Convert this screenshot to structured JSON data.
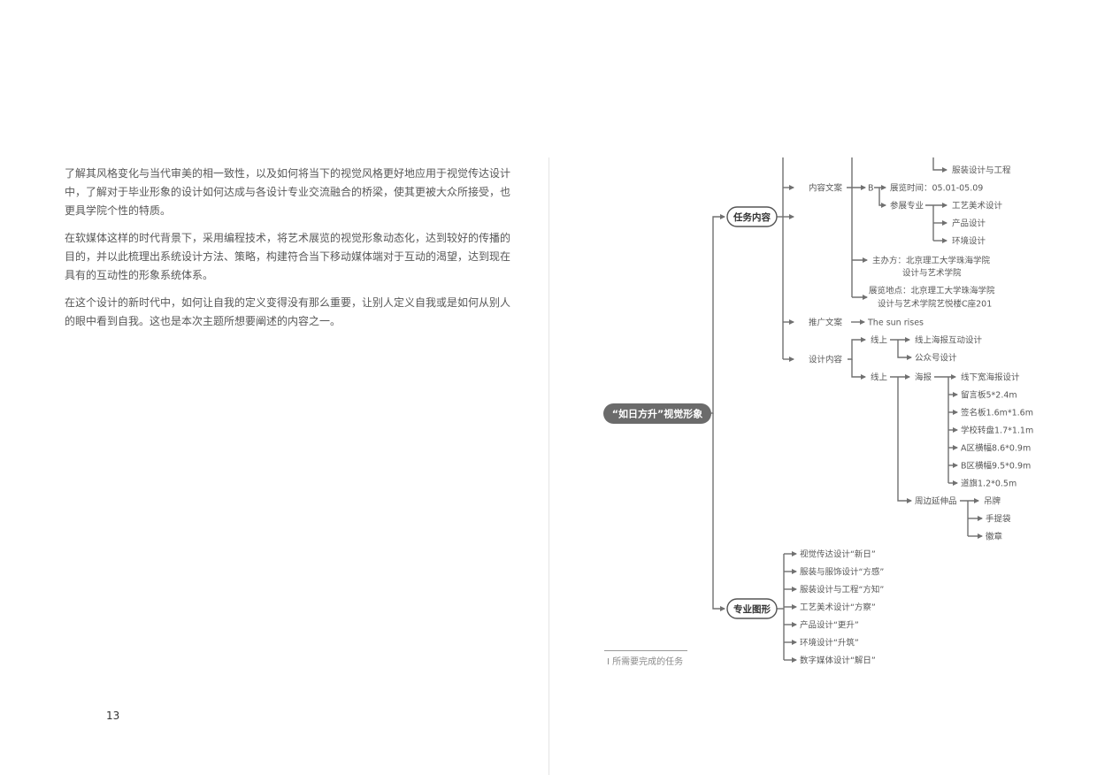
{
  "left_page": {
    "paragraphs": [
      "了解其风格变化与当代审美的相一致性，以及如何将当下的视觉风格更好地应用于视觉传达设计中，了解对于毕业形象的设计如何达成与各设计专业交流融合的桥梁，使其更被大众所接受，也更具学院个性的特质。",
      "在软媒体这样的时代背景下，采用编程技术，将艺术展览的视觉形象动态化，达到较好的传播的目的，并以此梳理出系统设计方法、策略，构建符合当下移动媒体端对于互动的渴望，达到现在具有的互动性的形象系统体系。",
      "在这个设计的新时代中，如何让自我的定义变得没有那么重要，让别人定义自我或是如何从别人的眼中看到自我。这也是本次主题所想要阐述的内容之一。"
    ],
    "page_number": "13"
  },
  "mindmap": {
    "root": "“如日方升”视觉形象",
    "branch_task": "任务内容",
    "branch_graphic": "专业图形",
    "content_copy": "内容文案",
    "b_label": "B",
    "exhibit_time": "展览时间：05.01-05.09",
    "participating": "参展专业",
    "majors": [
      "工艺美术设计",
      "产品设计",
      "环境设计"
    ],
    "fashion_eng": "服装设计与工程",
    "organizer_1": "主办方：北京理工大学珠海学院",
    "organizer_2": "设计与艺术学院",
    "venue_1": "展览地点：北京理工大学珠海学院",
    "venue_2": "设计与艺术学院艺悦楼C座201",
    "promo_copy": "推广文案",
    "promo_value": "The sun rises",
    "design_content": "设计内容",
    "online_1": "线上",
    "online_items": [
      "线上海报互动设计",
      "公众号设计"
    ],
    "online_2": "线上",
    "poster": "海报",
    "poster_items": [
      "线下宽海报设计",
      "留言板5*2.4m",
      "签名板1.6m*1.6m",
      "学校转盘1.7*1.1m",
      "A区横幅8.6*0.9m",
      "B区横幅9.5*0.9m",
      "道旗1.2*0.5m"
    ],
    "merch": "周边延伸品",
    "merch_items": [
      "吊牌",
      "手提袋",
      "徽章"
    ],
    "graphic_items": [
      "视觉传达设计“新日”",
      "服装与服饰设计“方感”",
      "服装设计与工程“方知”",
      "工艺美术设计“方察”",
      "产品设计“更升”",
      "环境设计“升筑”",
      "数字媒体设计“解日”"
    ]
  },
  "caption": "I   所需要完成的任务",
  "colors": {
    "line": "#707070",
    "root_fill": "#6b6b6b",
    "text": "#585858"
  }
}
